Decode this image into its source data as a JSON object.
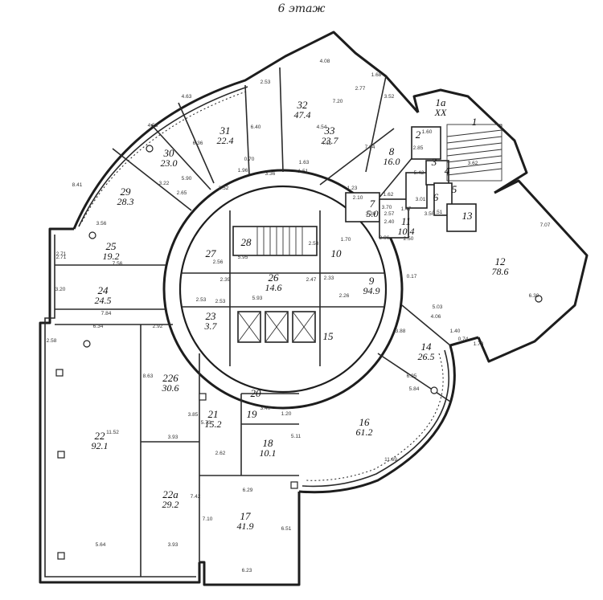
{
  "title": "6 этаж",
  "rooms": [
    {
      "id": "1a",
      "label": "1а",
      "area": "XX"
    },
    {
      "id": "1",
      "label": "1",
      "area": ""
    },
    {
      "id": "2",
      "label": "2",
      "area": ""
    },
    {
      "id": "3",
      "label": "3",
      "area": ""
    },
    {
      "id": "4",
      "label": "4",
      "area": ""
    },
    {
      "id": "5",
      "label": "5",
      "area": ""
    },
    {
      "id": "6",
      "label": "6",
      "area": ""
    },
    {
      "id": "7",
      "label": "7",
      "area": "5.0"
    },
    {
      "id": "8",
      "label": "8",
      "area": "16.0"
    },
    {
      "id": "9",
      "label": "9",
      "area": "94.9"
    },
    {
      "id": "10",
      "label": "10",
      "area": ""
    },
    {
      "id": "11",
      "label": "11",
      "area": "10.4"
    },
    {
      "id": "12",
      "label": "12",
      "area": "78.6"
    },
    {
      "id": "13",
      "label": "13",
      "area": ""
    },
    {
      "id": "14",
      "label": "14",
      "area": "26.5"
    },
    {
      "id": "15",
      "label": "15",
      "area": ""
    },
    {
      "id": "16",
      "label": "16",
      "area": "61.2"
    },
    {
      "id": "17",
      "label": "17",
      "area": "41.9"
    },
    {
      "id": "18",
      "label": "18",
      "area": "10.1"
    },
    {
      "id": "19",
      "label": "19",
      "area": ""
    },
    {
      "id": "20",
      "label": "20",
      "area": ""
    },
    {
      "id": "21",
      "label": "21",
      "area": "15.2"
    },
    {
      "id": "22",
      "label": "22",
      "area": "92.1"
    },
    {
      "id": "22a",
      "label": "22а",
      "area": "29.2"
    },
    {
      "id": "226",
      "label": "226",
      "area": "30.6"
    },
    {
      "id": "23",
      "label": "23",
      "area": "3.7"
    },
    {
      "id": "24",
      "label": "24",
      "area": "24.5"
    },
    {
      "id": "25",
      "label": "25",
      "area": "19.2"
    },
    {
      "id": "26",
      "label": "26",
      "area": "14.6"
    },
    {
      "id": "27",
      "label": "27",
      "area": ""
    },
    {
      "id": "28",
      "label": "28",
      "area": ""
    },
    {
      "id": "29",
      "label": "29",
      "area": "28.3"
    },
    {
      "id": "30",
      "label": "30",
      "area": "23.0"
    },
    {
      "id": "31",
      "label": "31",
      "area": "22.4"
    },
    {
      "id": "32",
      "label": "32",
      "area": "47.4"
    },
    {
      "id": "33",
      "label": "33",
      "area": "23.7"
    }
  ],
  "dimensions": [
    "2.53",
    "4.63",
    "4.53",
    "8.41",
    "3.56",
    "2.71",
    "7.56",
    "3.20",
    "7.84",
    "2.58",
    "6.34",
    "2.92",
    "5.64",
    "3.93",
    "7.42",
    "11.52",
    "8.63",
    "3.93",
    "3.85",
    "5.73",
    "2.62",
    "7.10",
    "6.29",
    "6.51",
    "6.23",
    "3.40",
    "1.20",
    "5.11",
    "11.69",
    "6.95",
    "5.84",
    "3.88",
    "5.03",
    "4.06",
    "1.73",
    "7.07",
    "6.30",
    "4.08",
    "2.77",
    "3.52",
    "7.20",
    "4.54",
    "4.11",
    "7.94",
    "6.36",
    "5.90",
    "2.52",
    "3.36",
    "2.56",
    "5.95",
    "2.58",
    "2.39",
    "2.47",
    "2.33",
    "5.93",
    "2.26",
    "2.53",
    "2.53",
    "0.70",
    "1.96",
    "1.63",
    "1.51",
    "1.68",
    "6.40",
    "3.22",
    "2.65",
    "2.71",
    "5.42",
    "0.74",
    "0.17",
    "1.40",
    "1.70",
    "2.85",
    "1.60",
    "3.01",
    "3.62",
    "1.47",
    "1.51",
    "2.96",
    "2.50",
    "3.50",
    "1.23",
    "2.10",
    "1.62",
    "3.30",
    "3.70",
    "2.57",
    "2.40"
  ]
}
